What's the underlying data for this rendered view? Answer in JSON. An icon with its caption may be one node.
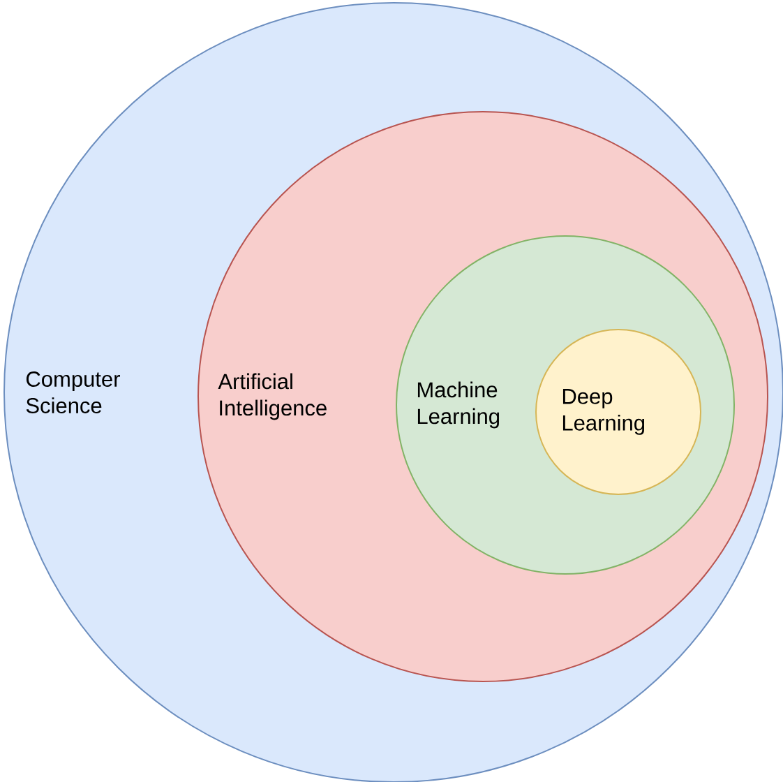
{
  "diagram": {
    "nodes": [
      {
        "text": [
          "Computer Science"
        ]
      },
      {
        "text": [
          "Artificial Intelligence"
        ],
        "in": 0
      },
      {
        "text": [
          "Machine Learning"
        ],
        "in": 1
      },
      {
        "text": [
          "Deep Learning"
        ],
        "in": 2
      }
    ]
  }
}
